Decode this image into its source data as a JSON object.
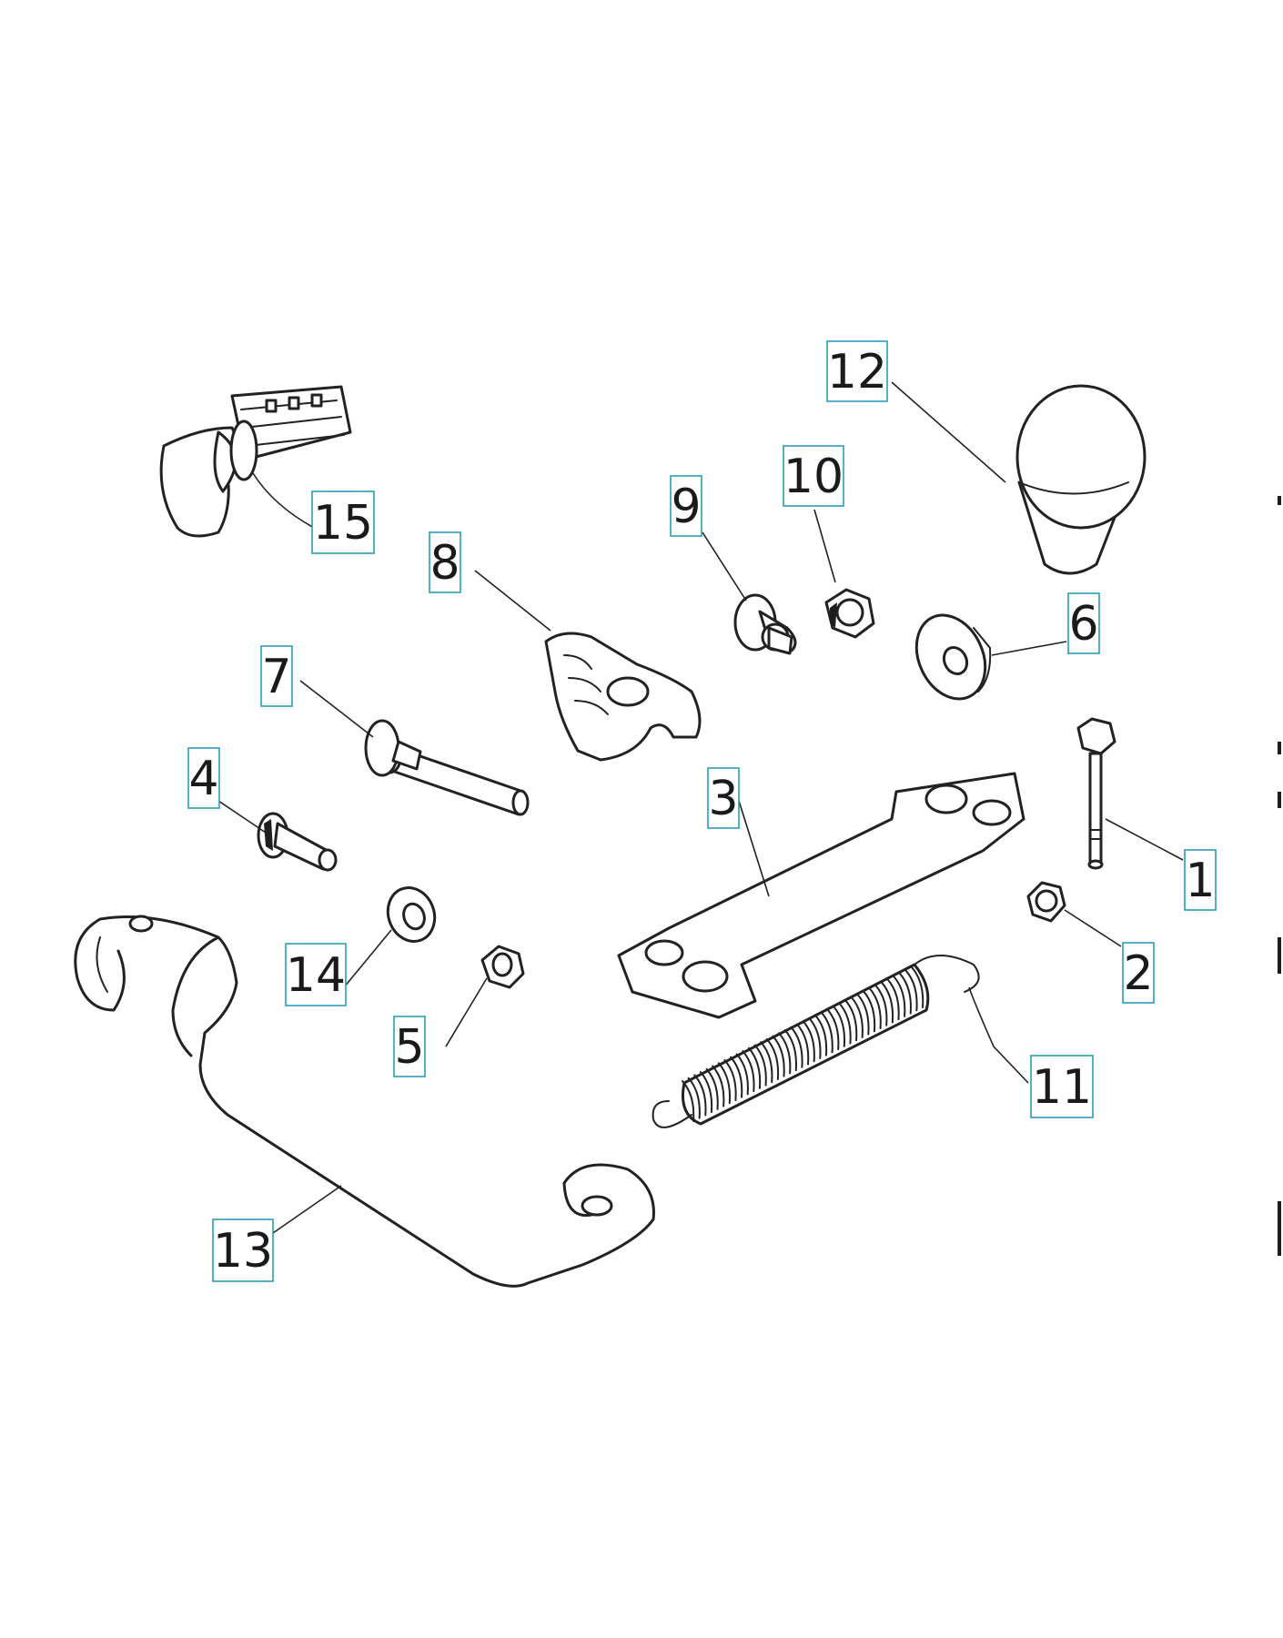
{
  "callouts": [
    {
      "id": "1",
      "label": "1"
    },
    {
      "id": "2",
      "label": "2"
    },
    {
      "id": "3",
      "label": "3"
    },
    {
      "id": "4",
      "label": "4"
    },
    {
      "id": "5",
      "label": "5"
    },
    {
      "id": "6",
      "label": "6"
    },
    {
      "id": "7",
      "label": "7"
    },
    {
      "id": "8",
      "label": "8"
    },
    {
      "id": "9",
      "label": "9"
    },
    {
      "id": "10",
      "label": "10"
    },
    {
      "id": "11",
      "label": "11"
    },
    {
      "id": "12",
      "label": "12"
    },
    {
      "id": "13",
      "label": "13"
    },
    {
      "id": "14",
      "label": "14"
    },
    {
      "id": "15",
      "label": "15"
    }
  ],
  "colors": {
    "callout_border": "#2a9fb5",
    "line": "#222222",
    "background": "#ffffff"
  }
}
